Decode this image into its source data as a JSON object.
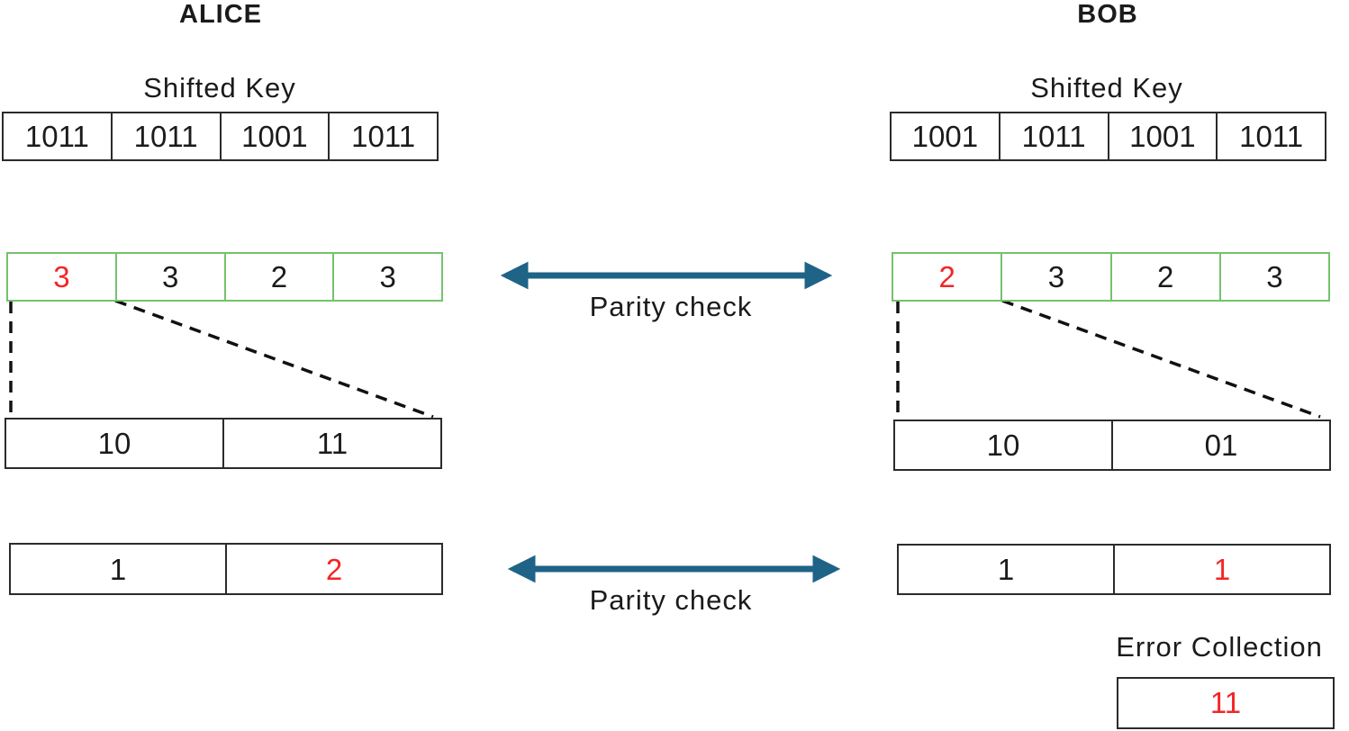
{
  "alice": {
    "title": "ALICE",
    "shifted_key_label": "Shifted Key",
    "shifted_key": [
      "1011",
      "1011",
      "1001",
      "1011"
    ],
    "parity_row": [
      "3",
      "3",
      "2",
      "3"
    ],
    "block_row": [
      "10",
      "11"
    ],
    "sub_parity_row": [
      "1",
      "2"
    ]
  },
  "bob": {
    "title": "BOB",
    "shifted_key_label": "Shifted Key",
    "shifted_key": [
      "1001",
      "1011",
      "1001",
      "1011"
    ],
    "parity_row": [
      "2",
      "3",
      "2",
      "3"
    ],
    "block_row": [
      "10",
      "01"
    ],
    "sub_parity_row": [
      "1",
      "1"
    ]
  },
  "center": {
    "parity_check_top_label": "Parity check",
    "parity_check_bottom_label": "Parity check"
  },
  "error_collection": {
    "label": "Error Collection",
    "value": "11"
  },
  "colors": {
    "highlight_red": "#f42525",
    "parity_green_border": "#74c26c",
    "arrow_teal": "#1f6387",
    "table_border": "#2b2b2b"
  }
}
